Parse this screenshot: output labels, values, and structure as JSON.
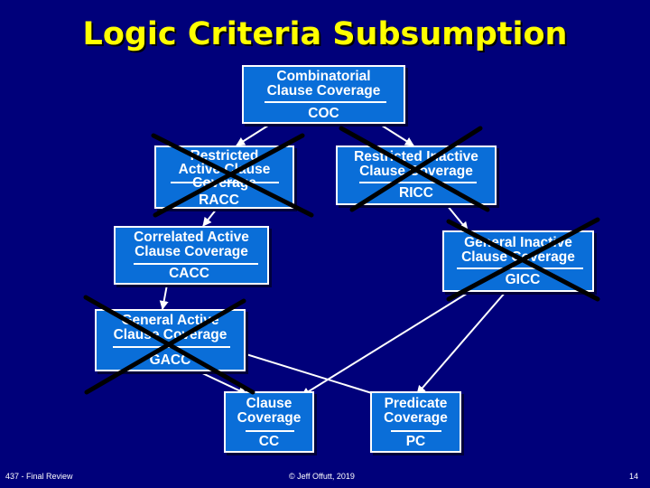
{
  "slide": {
    "title": "Logic Criteria Subsumption",
    "footer_left": "437 - Final Review",
    "footer_center": "© Jeff Offutt, 2019",
    "page_number": "14"
  },
  "nodes": {
    "coc": {
      "line1": "Combinatorial",
      "line2": "Clause Coverage",
      "abbr": "COC"
    },
    "racc": {
      "line1": "Restricted",
      "line2": "Active Clause",
      "line3": "Coverage",
      "abbr": "RACC",
      "crossed": true
    },
    "ricc": {
      "line1": "Restricted Inactive",
      "line2": "Clause Coverage",
      "abbr": "RICC",
      "crossed": true
    },
    "cacc": {
      "line1": "Correlated Active",
      "line2": "Clause Coverage",
      "abbr": "CACC"
    },
    "gicc": {
      "line1": "General Inactive",
      "line2": "Clause Coverage",
      "abbr": "GICC",
      "crossed": true
    },
    "gacc": {
      "line1": "General Active",
      "line2": "Clause Coverage",
      "abbr": "GACC",
      "crossed": true
    },
    "cc": {
      "line1": "Clause",
      "line2": "Coverage",
      "abbr": "CC"
    },
    "pc": {
      "line1": "Predicate",
      "line2": "Coverage",
      "abbr": "PC"
    }
  },
  "colors": {
    "background": "#00007a",
    "box_fill": "#0a6ed8",
    "title": "#ffff00",
    "cross": "#000000"
  }
}
